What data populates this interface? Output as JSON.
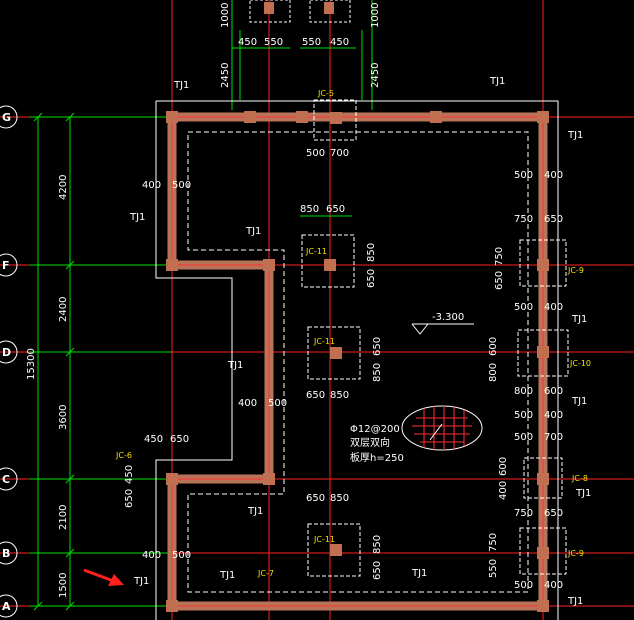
{
  "axes": [
    "G",
    "F",
    "D",
    "C",
    "B",
    "A"
  ],
  "total_height": "15300",
  "left_spans": [
    "4200",
    "2400",
    "3600",
    "2100",
    "1500"
  ],
  "top_dims": {
    "left_pair": [
      "450",
      "550"
    ],
    "right_pair": [
      "550",
      "450"
    ],
    "vert_left": [
      "1000",
      "2450"
    ],
    "vert_right": [
      "1000",
      "2450"
    ]
  },
  "wall_labels": {
    "tj1": "TJ1"
  },
  "footings": {
    "jc5": "JC-5",
    "jc6": "JC-6",
    "jc7": "JC-7",
    "jc8": "JC-8",
    "jc9": "JC-9",
    "jc10": "JC-10",
    "jc11": "JC-11"
  },
  "dims": {
    "d400": "400",
    "d500": "500",
    "d700": "700",
    "d850": "850",
    "d650": "650",
    "d750": "750",
    "d800": "800",
    "d600": "600",
    "d450": "450",
    "d550": "550"
  },
  "elevation": "-3.300",
  "slab_note": {
    "line1": "Φ12@200",
    "line2": "双层双向",
    "line3": "板厚h=250"
  }
}
